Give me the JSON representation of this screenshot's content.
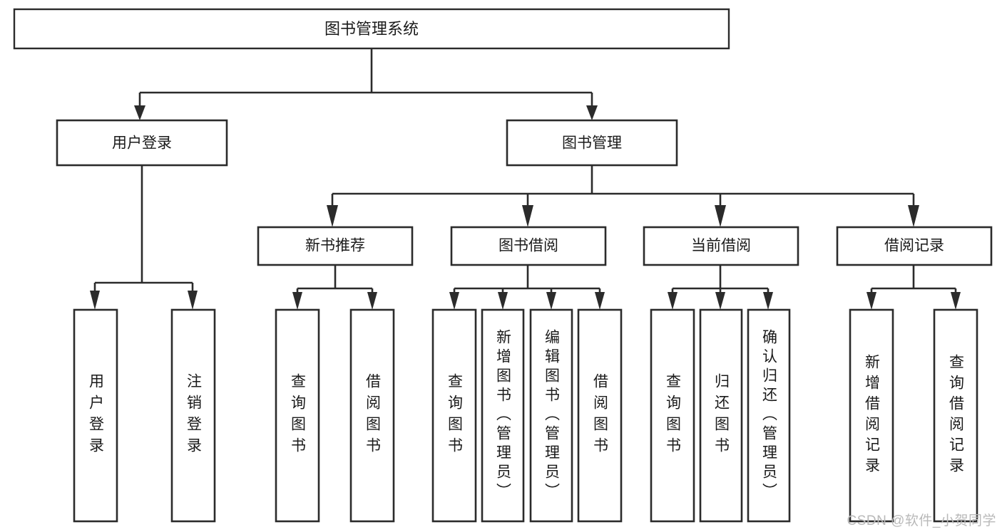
{
  "diagram": {
    "type": "tree-hierarchy-chart",
    "title": "图书管理系统",
    "watermark": "CSDN @软件_小贺同学",
    "colors": {
      "box_stroke": "#2b2b2b",
      "box_fill": "#ffffff",
      "text": "#1a1a1a",
      "background": "#ffffff",
      "watermark": "#b9b9b9"
    },
    "levels": {
      "level1": [
        {
          "id": "root",
          "label": "图书管理系统"
        }
      ],
      "level2": [
        {
          "id": "user-login",
          "label": "用户登录"
        },
        {
          "id": "book-management",
          "label": "图书管理"
        }
      ],
      "level3": [
        {
          "id": "new-book-recommend",
          "label": "新书推荐",
          "parent": "book-management"
        },
        {
          "id": "book-borrow",
          "label": "图书借阅",
          "parent": "book-management"
        },
        {
          "id": "current-borrow",
          "label": "当前借阅",
          "parent": "book-management"
        },
        {
          "id": "borrow-record",
          "label": "借阅记录",
          "parent": "book-management"
        }
      ],
      "leaves": [
        {
          "id": "leaf-user-login",
          "label": "用户登录",
          "parent": "user-login"
        },
        {
          "id": "leaf-logout-login",
          "label": "注销登录",
          "parent": "user-login"
        },
        {
          "id": "leaf-query-book-1",
          "label": "查询图书",
          "parent": "new-book-recommend"
        },
        {
          "id": "leaf-borrow-book-1",
          "label": "借阅图书",
          "parent": "new-book-recommend"
        },
        {
          "id": "leaf-query-book-2",
          "label": "查询图书",
          "parent": "book-borrow"
        },
        {
          "id": "leaf-add-book",
          "label": "新增图书（管理员）",
          "parent": "book-borrow"
        },
        {
          "id": "leaf-edit-book",
          "label": "编辑图书（管理员）",
          "parent": "book-borrow"
        },
        {
          "id": "leaf-borrow-book-2",
          "label": "借阅图书",
          "parent": "book-borrow"
        },
        {
          "id": "leaf-query-book-3",
          "label": "查询图书",
          "parent": "current-borrow"
        },
        {
          "id": "leaf-return-book",
          "label": "归还图书",
          "parent": "current-borrow"
        },
        {
          "id": "leaf-confirm-return",
          "label": "确认归还（管理员）",
          "parent": "current-borrow"
        },
        {
          "id": "leaf-add-record",
          "label": "新增借阅记录",
          "parent": "borrow-record"
        },
        {
          "id": "leaf-query-record",
          "label": "查询借阅记录",
          "parent": "borrow-record"
        }
      ]
    }
  }
}
